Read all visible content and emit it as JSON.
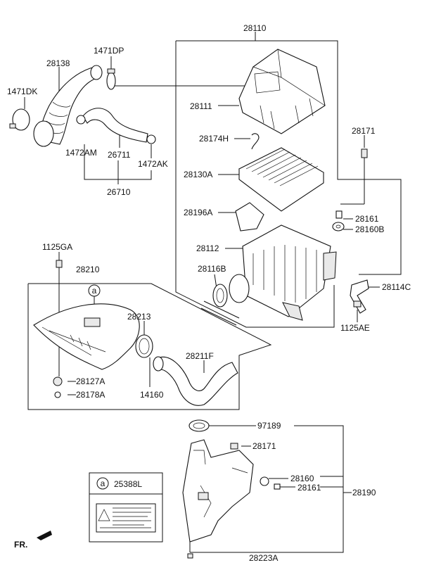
{
  "labels": {
    "p28110": "28110",
    "p28138": "28138",
    "p1471DP": "1471DP",
    "p1471DK": "1471DK",
    "p28111": "28111",
    "p28174H": "28174H",
    "p28171_top": "28171",
    "p1472AM": "1472AM",
    "p26711": "26711",
    "p1472AK": "1472AK",
    "p26710": "26710",
    "p28130A": "28130A",
    "p28196A": "28196A",
    "p28161_top": "28161",
    "p28160B": "28160B",
    "p1125GA": "1125GA",
    "p28112": "28112",
    "p28210": "28210",
    "p28116B": "28116B",
    "p28114C": "28114C",
    "p28213": "28213",
    "p1125AE": "1125AE",
    "p28211F": "28211F",
    "p28127A": "28127A",
    "p14160": "14160",
    "p28178A": "28178A",
    "p97189": "97189",
    "p28171_bot": "28171",
    "p28160_bot": "28160",
    "p28161_bot": "28161",
    "p28190": "28190",
    "p28223A": "28223A"
  },
  "callout_marker": "a",
  "legend": {
    "marker": "a",
    "part_no": "25388L"
  },
  "direction_label": "FR."
}
